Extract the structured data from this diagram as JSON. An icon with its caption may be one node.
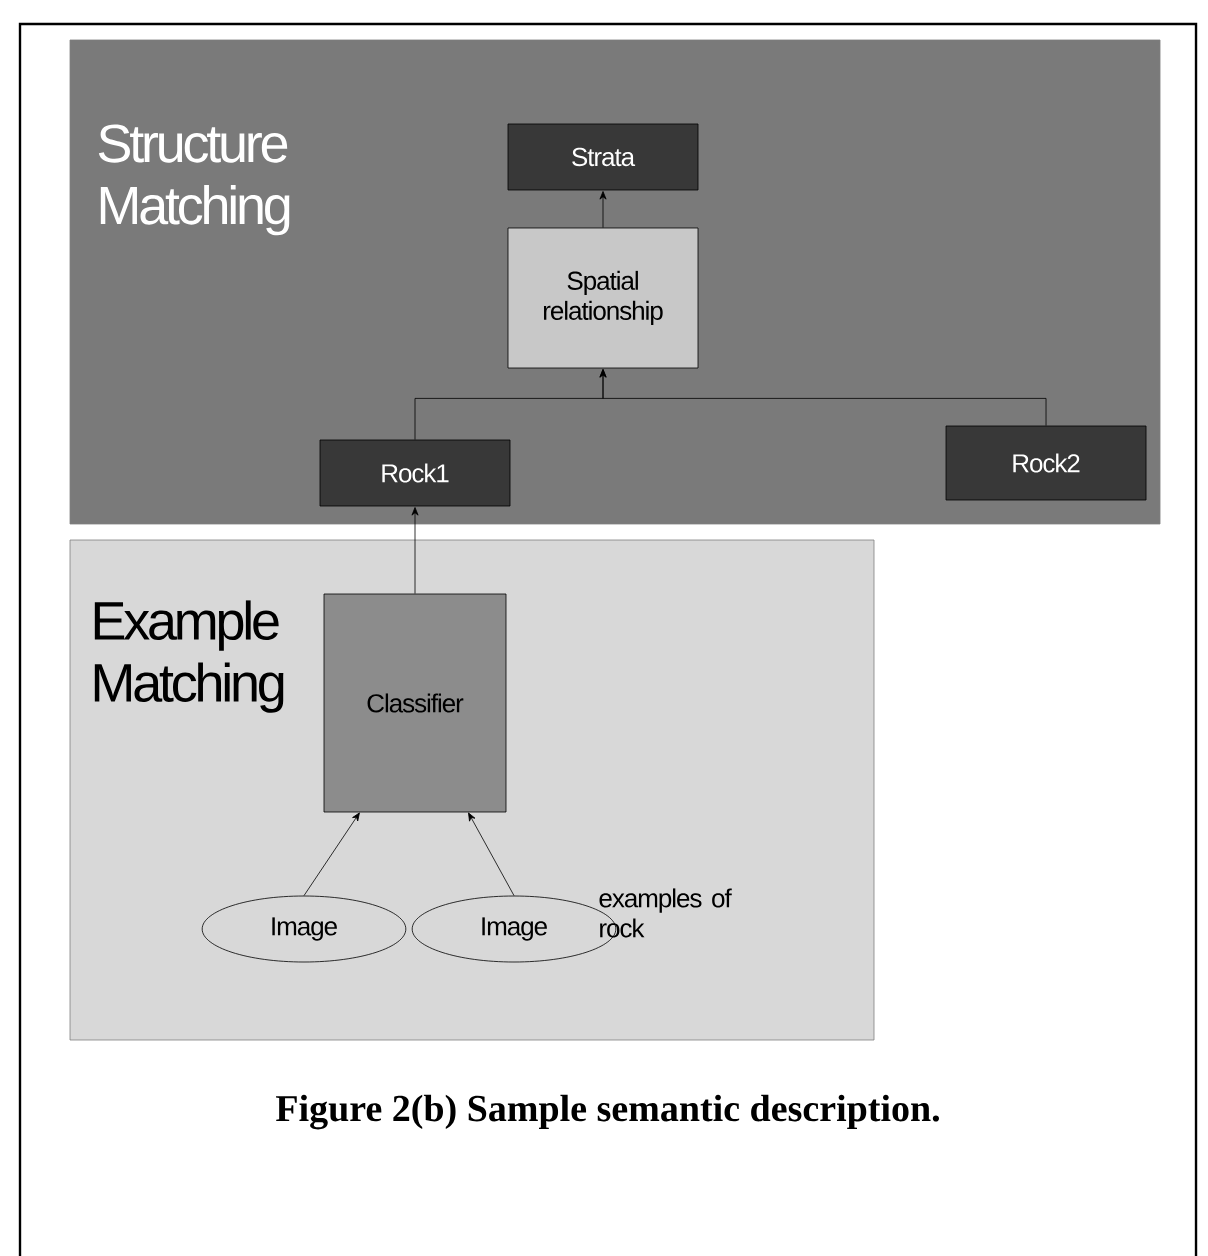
{
  "diagram": {
    "caption": "Figure 2(b) Sample semantic description.",
    "nodes": [
      {
        "text": [
          "Structure Matching"
        ]
      },
      {
        "text": [
          "Strata"
        ],
        "in": 0
      },
      {
        "text": [
          "Spatial relationship"
        ],
        "in": 0
      },
      {
        "text": [
          "Rock1"
        ],
        "in": 0
      },
      {
        "text": [
          "Rock2"
        ],
        "in": 0
      },
      {
        "text": [
          "Example Matching"
        ]
      },
      {
        "text": [
          "Classifier"
        ],
        "in": 5
      },
      {
        "text": [
          "Image"
        ],
        "in": 5
      },
      {
        "text": [
          "Image"
        ],
        "in": 5,
        "beside": [
          "examples of rock"
        ]
      }
    ],
    "edges": [
      {
        "from": 2,
        "to": 1,
        "arrow": "to"
      },
      {
        "from": 3,
        "to": 2,
        "arrow": "to"
      },
      {
        "from": 4,
        "to": 2,
        "arrow": "to"
      },
      {
        "from": 6,
        "to": 3,
        "arrow": "to"
      },
      {
        "from": 7,
        "to": 6,
        "arrow": "to"
      },
      {
        "from": 8,
        "to": 6,
        "arrow": "to"
      }
    ]
  }
}
